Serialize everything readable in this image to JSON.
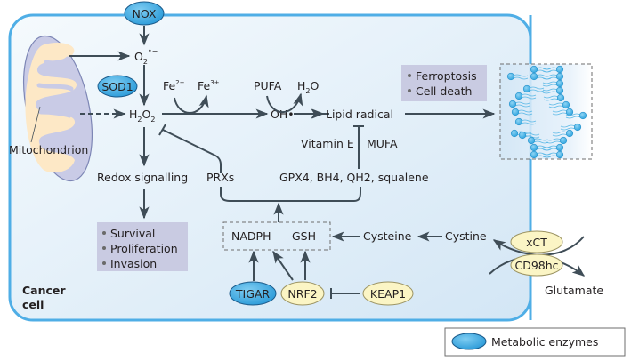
{
  "diagram": {
    "colors": {
      "cell_fill_top": "#f4f9fd",
      "cell_fill_bottom": "#d6e8f6",
      "cell_border": "#4faee6",
      "enzyme_fill": "#3aa7e0",
      "enzyme_border": "#1a5a8a",
      "factor_fill": "#fbf5c5",
      "factor_border": "#9c9463",
      "arrow": "#3f4d57",
      "outcome_box": "#c9cbe2",
      "mito_outer": "#c9cbe6",
      "mito_inner": "#fde8c6",
      "lipid_head": "#3fb0e6"
    },
    "cell_label": {
      "line1": "Cancer",
      "line2": "cell"
    },
    "enzymes": {
      "nox": "NOX",
      "sod1": "SOD1",
      "tigar": "TIGAR"
    },
    "factors": {
      "nrf2": "NRF2",
      "keap1": "KEAP1",
      "xct": "xCT",
      "cd98hc": "CD98hc"
    },
    "mitochondrion_label": "Mitochondrion",
    "species": {
      "superoxide_main": "O",
      "superoxide_sub": "2",
      "superoxide_sup": "•−",
      "h2o2_h": "H",
      "h2o2_sub1": "2",
      "h2o2_o": "O",
      "h2o2_sub2": "2",
      "fe2_main": "Fe",
      "fe2_sup": "2+",
      "fe3_main": "Fe",
      "fe3_sup": "3+",
      "hydroxyl": "OH•",
      "pufa": "PUFA",
      "water_h": "H",
      "water_sub": "2",
      "water_o": "O",
      "lipid_radical": "Lipid radical",
      "vitamin_e": "Vitamin E",
      "mufa": "MUFA",
      "redox_signalling": "Redox signalling",
      "prxs": "PRXs",
      "gpx4_group": "GPX4, BH4, QH2, squalene",
      "nadph": "NADPH",
      "gsh": "GSH",
      "cysteine": "Cysteine",
      "cystine": "Cystine",
      "glutamate": "Glutamate"
    },
    "outcomes_ferroptosis": [
      "Ferroptosis",
      "Cell death"
    ],
    "outcomes_redox": [
      "Survival",
      "Proliferation",
      "Invasion"
    ],
    "legend": {
      "label": "Metabolic enzymes",
      "icon": "blue-ellipse"
    }
  }
}
